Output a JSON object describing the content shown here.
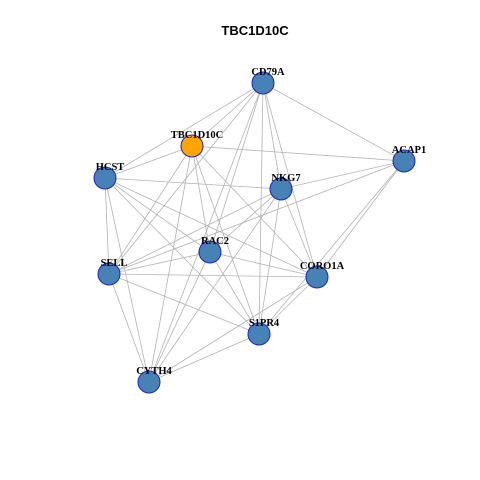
{
  "title": "TBC1D10C",
  "colors": {
    "node_default": "#4682b4",
    "node_highlight": "#ffa500",
    "node_stroke": "#1f1fd1",
    "edge": "#b3b3b3"
  },
  "nodes": [
    {
      "id": "CD79A",
      "label": "CD79A",
      "highlight": false
    },
    {
      "id": "TBC1D10C",
      "label": "TBC1D10C",
      "highlight": true
    },
    {
      "id": "HCST",
      "label": "HCST",
      "highlight": false
    },
    {
      "id": "ACAP1",
      "label": "ACAP1",
      "highlight": false
    },
    {
      "id": "NKG7",
      "label": "NKG7",
      "highlight": false
    },
    {
      "id": "RAC2",
      "label": "RAC2",
      "highlight": false
    },
    {
      "id": "SELL",
      "label": "SELL",
      "highlight": false
    },
    {
      "id": "CORO1A",
      "label": "CORO1A",
      "highlight": false
    },
    {
      "id": "S1PR4",
      "label": "S1PR4",
      "highlight": false
    },
    {
      "id": "CYTH4",
      "label": "CYTH4",
      "highlight": false
    }
  ],
  "edges": [
    [
      "CD79A",
      "TBC1D10C"
    ],
    [
      "CD79A",
      "HCST"
    ],
    [
      "CD79A",
      "ACAP1"
    ],
    [
      "CD79A",
      "NKG7"
    ],
    [
      "CD79A",
      "RAC2"
    ],
    [
      "CD79A",
      "SELL"
    ],
    [
      "CD79A",
      "CORO1A"
    ],
    [
      "CD79A",
      "S1PR4"
    ],
    [
      "CD79A",
      "CYTH4"
    ],
    [
      "TBC1D10C",
      "HCST"
    ],
    [
      "TBC1D10C",
      "ACAP1"
    ],
    [
      "TBC1D10C",
      "RAC2"
    ],
    [
      "TBC1D10C",
      "SELL"
    ],
    [
      "TBC1D10C",
      "CORO1A"
    ],
    [
      "TBC1D10C",
      "S1PR4"
    ],
    [
      "TBC1D10C",
      "CYTH4"
    ],
    [
      "HCST",
      "NKG7"
    ],
    [
      "HCST",
      "RAC2"
    ],
    [
      "HCST",
      "SELL"
    ],
    [
      "HCST",
      "CORO1A"
    ],
    [
      "HCST",
      "S1PR4"
    ],
    [
      "HCST",
      "CYTH4"
    ],
    [
      "ACAP1",
      "NKG7"
    ],
    [
      "ACAP1",
      "SELL"
    ],
    [
      "ACAP1",
      "CORO1A"
    ],
    [
      "ACAP1",
      "S1PR4"
    ],
    [
      "NKG7",
      "RAC2"
    ],
    [
      "NKG7",
      "SELL"
    ],
    [
      "NKG7",
      "CORO1A"
    ],
    [
      "NKG7",
      "S1PR4"
    ],
    [
      "NKG7",
      "CYTH4"
    ],
    [
      "RAC2",
      "SELL"
    ],
    [
      "RAC2",
      "CORO1A"
    ],
    [
      "RAC2",
      "S1PR4"
    ],
    [
      "RAC2",
      "CYTH4"
    ],
    [
      "SELL",
      "CORO1A"
    ],
    [
      "SELL",
      "S1PR4"
    ],
    [
      "SELL",
      "CYTH4"
    ],
    [
      "CORO1A",
      "S1PR4"
    ],
    [
      "CORO1A",
      "CYTH4"
    ],
    [
      "S1PR4",
      "CYTH4"
    ]
  ]
}
